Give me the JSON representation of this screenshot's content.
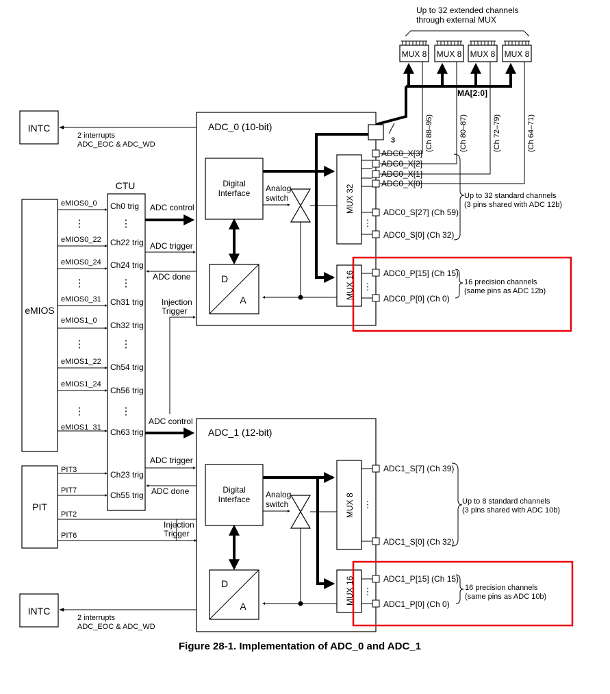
{
  "caption": "Figure 28-1. Implementation of ADC_0 and ADC_1",
  "ext": {
    "title_line1": "Up to 32 extended channels",
    "title_line2": "through external MUX",
    "mux_label": "MUX 8",
    "ma_label": "MA[2:0]",
    "bus_width": "3",
    "ch_labels": [
      "(Ch 88–95)",
      "(Ch 80–87)",
      "(Ch 72–79)",
      "(Ch 64–71)"
    ]
  },
  "intc": "INTC",
  "irq_line1": "2 interrupts",
  "irq_line2": "ADC_EOC & ADC_WD",
  "ctu": {
    "title": "CTU",
    "trigs": [
      "Ch0 trig",
      "Ch22 trig",
      "Ch24 trig",
      "Ch31 trig",
      "Ch32 trig",
      "Ch54 trig",
      "Ch56 trig",
      "Ch63 trig",
      "Ch23 trig",
      "Ch55 trig"
    ],
    "dots": "⋮"
  },
  "emios": {
    "label": "eMIOS",
    "signals": [
      "eMIOS0_0",
      "eMIOS0_22",
      "eMIOS0_24",
      "eMIOS0_31",
      "eMIOS1_0",
      "eMIOS1_22",
      "eMIOS1_24",
      "eMIOS1_31"
    ]
  },
  "pit": {
    "label": "PIT",
    "signals": [
      "PIT3",
      "PIT7",
      "PIT2",
      "PIT6"
    ]
  },
  "signals": {
    "adc_control": "ADC control",
    "adc_trigger": "ADC trigger",
    "adc_done": "ADC done",
    "injection": "Injection",
    "trigger": "Trigger"
  },
  "adc0": {
    "title": "ADC_0  (10-bit)",
    "digital1": "Digital",
    "digital2": "Interface",
    "analog1": "Analog",
    "analog2": "switch",
    "d": "D",
    "a": "A",
    "mux_std": "MUX 32",
    "mux_prec": "MUX 16",
    "pins_ext": [
      "ADC0_X[3]",
      "ADC0_X[2]",
      "ADC0_X[1]",
      "ADC0_X[0]"
    ],
    "pins_std": [
      "ADC0_S[27] (Ch 59)",
      "ADC0_S[0] (Ch 32)"
    ],
    "pins_prec": [
      "ADC0_P[15] (Ch 15)",
      "ADC0_P[0] (Ch 0)"
    ],
    "std_note1": "Up to 32 standard channels",
    "std_note2": "(3 pins shared with ADC 12b)",
    "prec_note1": "16 precision channels",
    "prec_note2": "(same pins as ADC 12b)"
  },
  "adc1": {
    "title": "ADC_1  (12-bit)",
    "digital1": "Digital",
    "digital2": "Interface",
    "analog1": "Analog",
    "analog2": "switch",
    "d": "D",
    "a": "A",
    "mux_std": "MUX 8",
    "mux_prec": "MUX 16",
    "pins_std": [
      "ADC1_S[7] (Ch 39)",
      "ADC1_S[0] (Ch 32)"
    ],
    "pins_prec": [
      "ADC1_P[15] (Ch 15)",
      "ADC1_P[0] (Ch 0)"
    ],
    "std_note1": "Up to 8 standard channels",
    "std_note2": "(3 pins shared with ADC 10b)",
    "prec_note1": "16 precision channels",
    "prec_note2": "(same pins as ADC 10b)"
  },
  "colors": {
    "highlight": "#e8000b"
  }
}
